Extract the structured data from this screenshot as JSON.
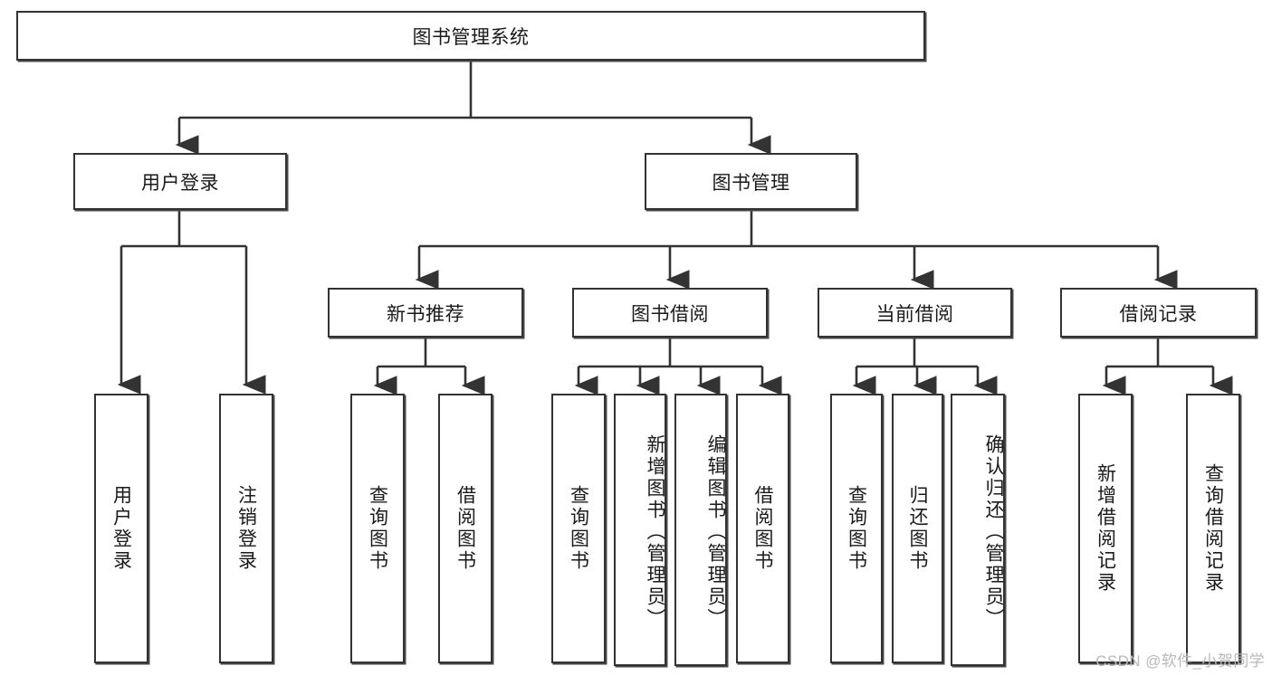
{
  "diagram": {
    "title": "图书管理系统",
    "type": "hierarchy-tree",
    "levels": 4,
    "nodes": {
      "root": {
        "label": "图书管理系统",
        "level": 1
      },
      "l2": [
        {
          "id": "user-login",
          "label": "用户登录",
          "level": 2
        },
        {
          "id": "book-management",
          "label": "图书管理",
          "level": 2
        }
      ],
      "l3": [
        {
          "id": "new-book-recommend",
          "label": "新书推荐",
          "level": 3,
          "parent": "book-management"
        },
        {
          "id": "book-borrow",
          "label": "图书借阅",
          "level": 3,
          "parent": "book-management"
        },
        {
          "id": "current-borrow",
          "label": "当前借阅",
          "level": 3,
          "parent": "book-management"
        },
        {
          "id": "borrow-record",
          "label": "借阅记录",
          "level": 3,
          "parent": "book-management"
        }
      ],
      "leaves": [
        {
          "id": "leaf-user-login",
          "label": "用户登录",
          "parent": "user-login"
        },
        {
          "id": "leaf-logout-login",
          "label": "注销登录",
          "parent": "user-login"
        },
        {
          "id": "leaf-query-book-1",
          "label": "查询图书",
          "parent": "new-book-recommend"
        },
        {
          "id": "leaf-borrow-book-1",
          "label": "借阅图书",
          "parent": "new-book-recommend"
        },
        {
          "id": "leaf-query-book-2",
          "label": "查询图书",
          "parent": "book-borrow"
        },
        {
          "id": "leaf-add-book",
          "label": "新增图书（管理员）",
          "parent": "book-borrow"
        },
        {
          "id": "leaf-edit-book",
          "label": "编辑图书（管理员）",
          "parent": "book-borrow"
        },
        {
          "id": "leaf-borrow-book-2",
          "label": "借阅图书",
          "parent": "book-borrow"
        },
        {
          "id": "leaf-query-book-3",
          "label": "查询图书",
          "parent": "current-borrow"
        },
        {
          "id": "leaf-return-book",
          "label": "归还图书",
          "parent": "current-borrow"
        },
        {
          "id": "leaf-confirm-return",
          "label": "确认归还（管理员）",
          "parent": "current-borrow"
        },
        {
          "id": "leaf-add-record",
          "label": "新增借阅记录",
          "parent": "borrow-record"
        },
        {
          "id": "leaf-query-record",
          "label": "查询借阅记录",
          "parent": "borrow-record"
        }
      ]
    },
    "colors": {
      "stroke": "#333333",
      "shadow": "#4a4a4a",
      "fill": "#ffffff",
      "text": "#1a1a1a",
      "watermark": "#b9b9b9"
    }
  },
  "watermark": {
    "text": "CSDN @软件_小贺同学"
  }
}
